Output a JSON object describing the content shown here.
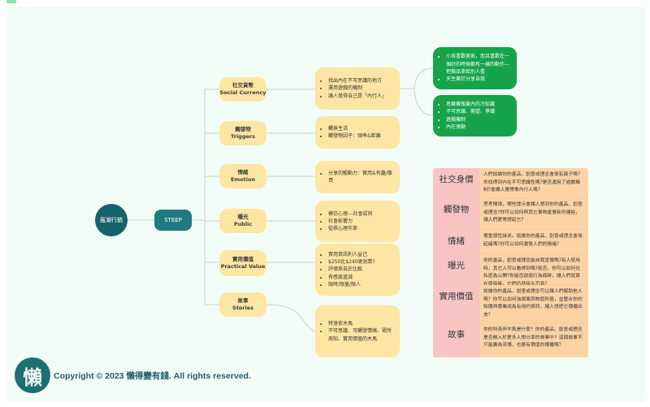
{
  "root": "瘋潮行銷",
  "hub": "STEEP",
  "categories": [
    {
      "zh": "社交貨幣",
      "en": "Social Currency",
      "items": [
        "找出內在不可思議的地方",
        "運用遊戲的機制",
        "讓人覺得自己是「內行人」"
      ]
    },
    {
      "zh": "觸發物",
      "en": "Triggers",
      "items": [
        "觸景生活",
        "觸發物因子：頻率&距離"
      ]
    },
    {
      "zh": "情緒",
      "en": "Emotion",
      "items": [
        "分享的驅動力：實用&有趣/敬畏"
      ]
    },
    {
      "zh": "曝光",
      "en": "Public",
      "items": [
        "模仿心理---社會認同",
        "社會影響力",
        "從眾心理作祟"
      ]
    },
    {
      "zh": "實用價值",
      "en": "Practical Value",
      "items": [
        "實用資訊利人益己",
        "$250比$240更划算?",
        "評價來自於比較",
        "有感度遞減",
        "限時/限量/限人"
      ]
    },
    {
      "zh": "故事",
      "en": "Stories",
      "items": [
        "特洛依木馬",
        "不可思議、可觸發情緒、眾所周知、實用價值的木馬"
      ]
    }
  ],
  "social_sub": [
    {
      "items": [
        "小孩喜歡美術，而且喜歡在一個好的時候都有一樣的動作---把做品拿給別人看",
        "天生樂於分享自我"
      ]
    },
    {
      "items": [
        "思樂寶瓶蓋內的冷知識",
        "不可思議、期望、爭議",
        "遊戲機制",
        "內在激勵"
      ]
    }
  ],
  "table": [
    {
      "k": "社交身價",
      "v": "人們談論你的產品、創意或理念會很有面子嗎?你找得到內在不可思議性嗎?是否運用了遊戲機制?會讓人覺得像內行人嗎?"
    },
    {
      "k": "觸發物",
      "v": "思考情境。哪些提示會讓人想到你的產品、創意或理念?你可以如何與其它事物產覺新的連結，讓人們更常想起它?"
    },
    {
      "k": "情緒",
      "v": "著重感性訴求。談論你的產品、創意或理念會喚起緒嗎?你可以如何激發人們的情緒?"
    },
    {
      "k": "曝光",
      "v": "你的產品、創意或理念能自我宣傳嗎?有人使用時，其它人可以看得到嗎?若否，你可以如何化私密為公開?你能否創造行為痕跡，讓人們就算在使用後，它們仍然持久可見?"
    },
    {
      "k": "實用價值",
      "v": "談論你的產品、創意或理念可以讓人們幫助他人嗎？你可以如何強調東西物超所值，並整合你的知識與專業成為有用的資訊，讓人想把它傳播出去？"
    },
    {
      "k": "故事",
      "v": "你的特洛伊木馬是什麼？你的產品、創意或理念是否融入於更多人想分享的故事中？這個故事不只能廣為流傳，也是有價值的傳播嗎？"
    }
  ],
  "logo_text": "懶",
  "copyright": "Copyright ©  2023 懶得變有錢. All rights reserved."
}
